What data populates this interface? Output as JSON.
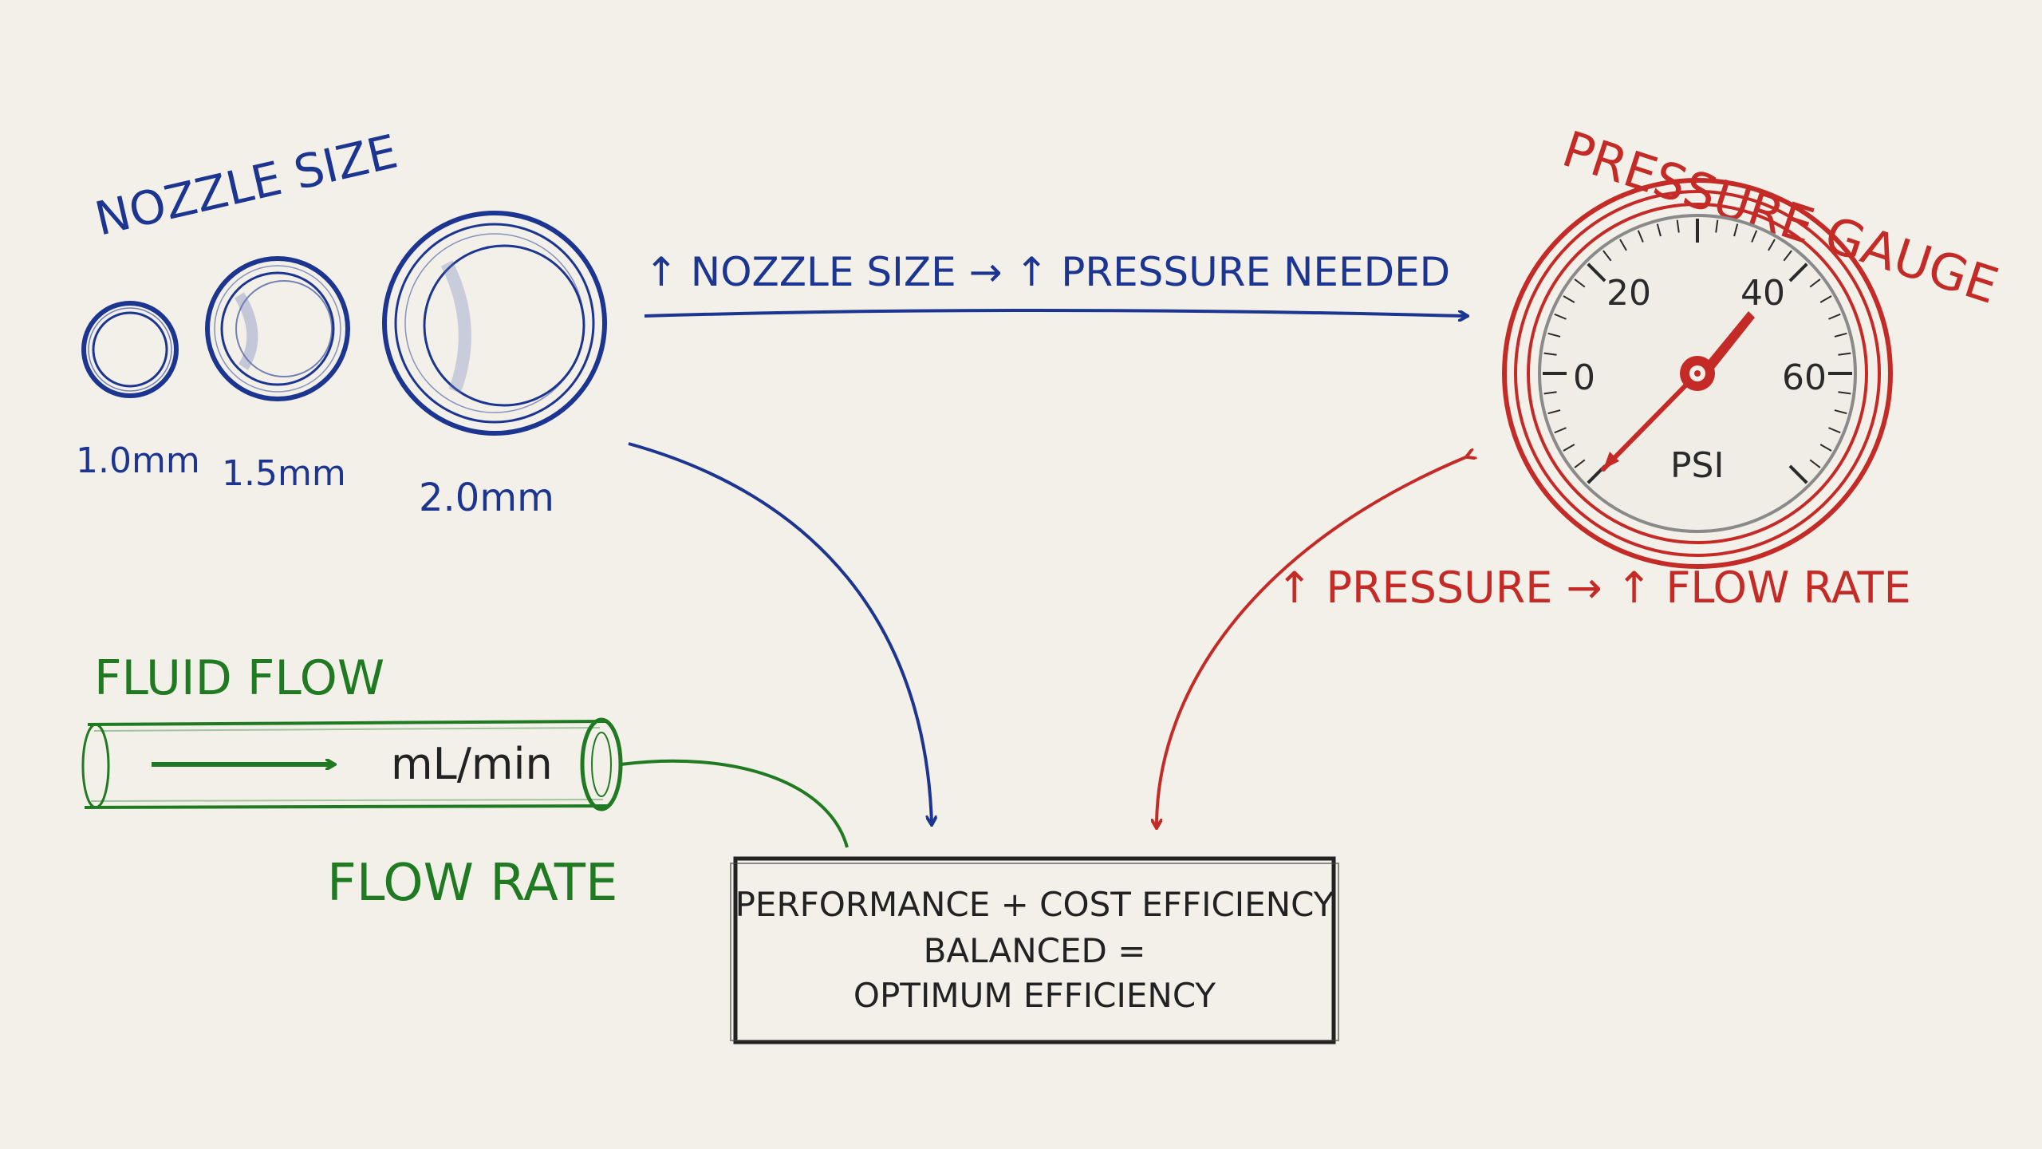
{
  "colors": {
    "background": "#f3f0e9",
    "blue": "#1c3591",
    "red": "#c42b27",
    "green": "#1f7a22",
    "ink": "#222222"
  },
  "nozzle": {
    "title": "NOZZLE SIZE",
    "sizes": [
      "1.0mm",
      "1.5mm",
      "2.0mm"
    ]
  },
  "relation_nozzle": "↑ NOZZLE SIZE → ↑ PRESSURE NEEDED",
  "gauge": {
    "title": "PRESSURE GAUGE",
    "ticks": [
      "0",
      "20",
      "40",
      "60"
    ],
    "unit": "PSI"
  },
  "relation_pressure": "↑ PRESSURE → ↑ FLOW RATE",
  "fluid": {
    "title": "FLUID FLOW",
    "unit": "mL/min",
    "caption": "FLOW RATE"
  },
  "result_box": {
    "line1": "PERFORMANCE + COST EFFICIENCY",
    "line2": "BALANCED =",
    "line3": "OPTIMUM EFFICIENCY"
  }
}
